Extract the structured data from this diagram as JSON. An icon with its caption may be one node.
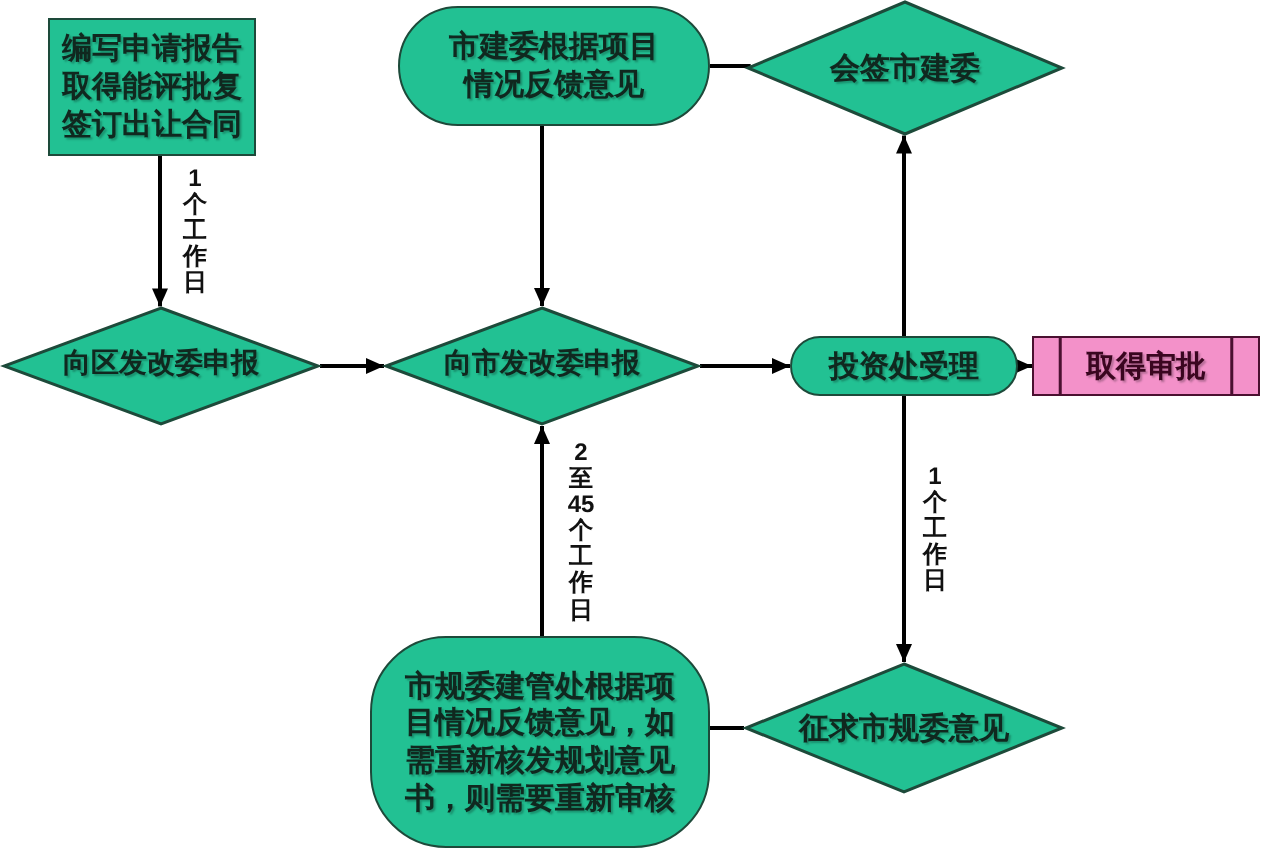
{
  "diagram": {
    "nodes": [
      {
        "text": [
          "编写申请报告取得能评批复签订出让合同"
        ]
      },
      {
        "text": [
          "市建委根据项目情况反馈意见"
        ]
      },
      {
        "text": [
          "会签市建委"
        ]
      },
      {
        "text": [
          "向区发改委申报"
        ]
      },
      {
        "text": [
          "向市发改委申报"
        ]
      },
      {
        "text": [
          "投资处受理"
        ]
      },
      {
        "text": [
          "取得审批"
        ]
      },
      {
        "text": [
          "市规委建管处根据项目情况反馈意见，如需重新核发规划意见书，则需要重新审核"
        ]
      },
      {
        "text": [
          "征求市规委意见"
        ]
      }
    ],
    "edges": [
      {
        "from": 0,
        "to": 3,
        "arrow": "to",
        "label": "1个工作日"
      },
      {
        "from": 1,
        "to": 4,
        "arrow": "to"
      },
      {
        "from": 3,
        "to": 4,
        "arrow": "to"
      },
      {
        "from": 4,
        "to": 5,
        "arrow": "to"
      },
      {
        "from": 5,
        "to": 6,
        "arrow": "to"
      },
      {
        "from": 5,
        "to": 2,
        "arrow": "to"
      },
      {
        "from": 5,
        "to": 8,
        "arrow": "to",
        "label": "1个工作日"
      },
      {
        "from": 1,
        "to": 2,
        "arrow": "none"
      },
      {
        "from": 8,
        "to": 7,
        "arrow": "none"
      },
      {
        "from": 7,
        "to": 4,
        "arrow": "to",
        "label": "2至45个工作日"
      }
    ]
  }
}
